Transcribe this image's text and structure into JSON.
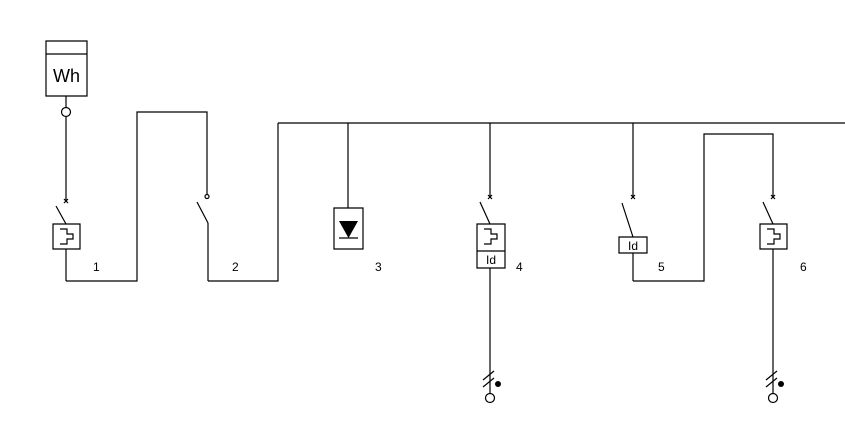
{
  "meter": {
    "label": "Wh"
  },
  "rcd": {
    "label": "Id"
  },
  "devices": [
    {
      "number": "1"
    },
    {
      "number": "2"
    },
    {
      "number": "3"
    },
    {
      "number": "4"
    },
    {
      "number": "5"
    },
    {
      "number": "6"
    }
  ]
}
